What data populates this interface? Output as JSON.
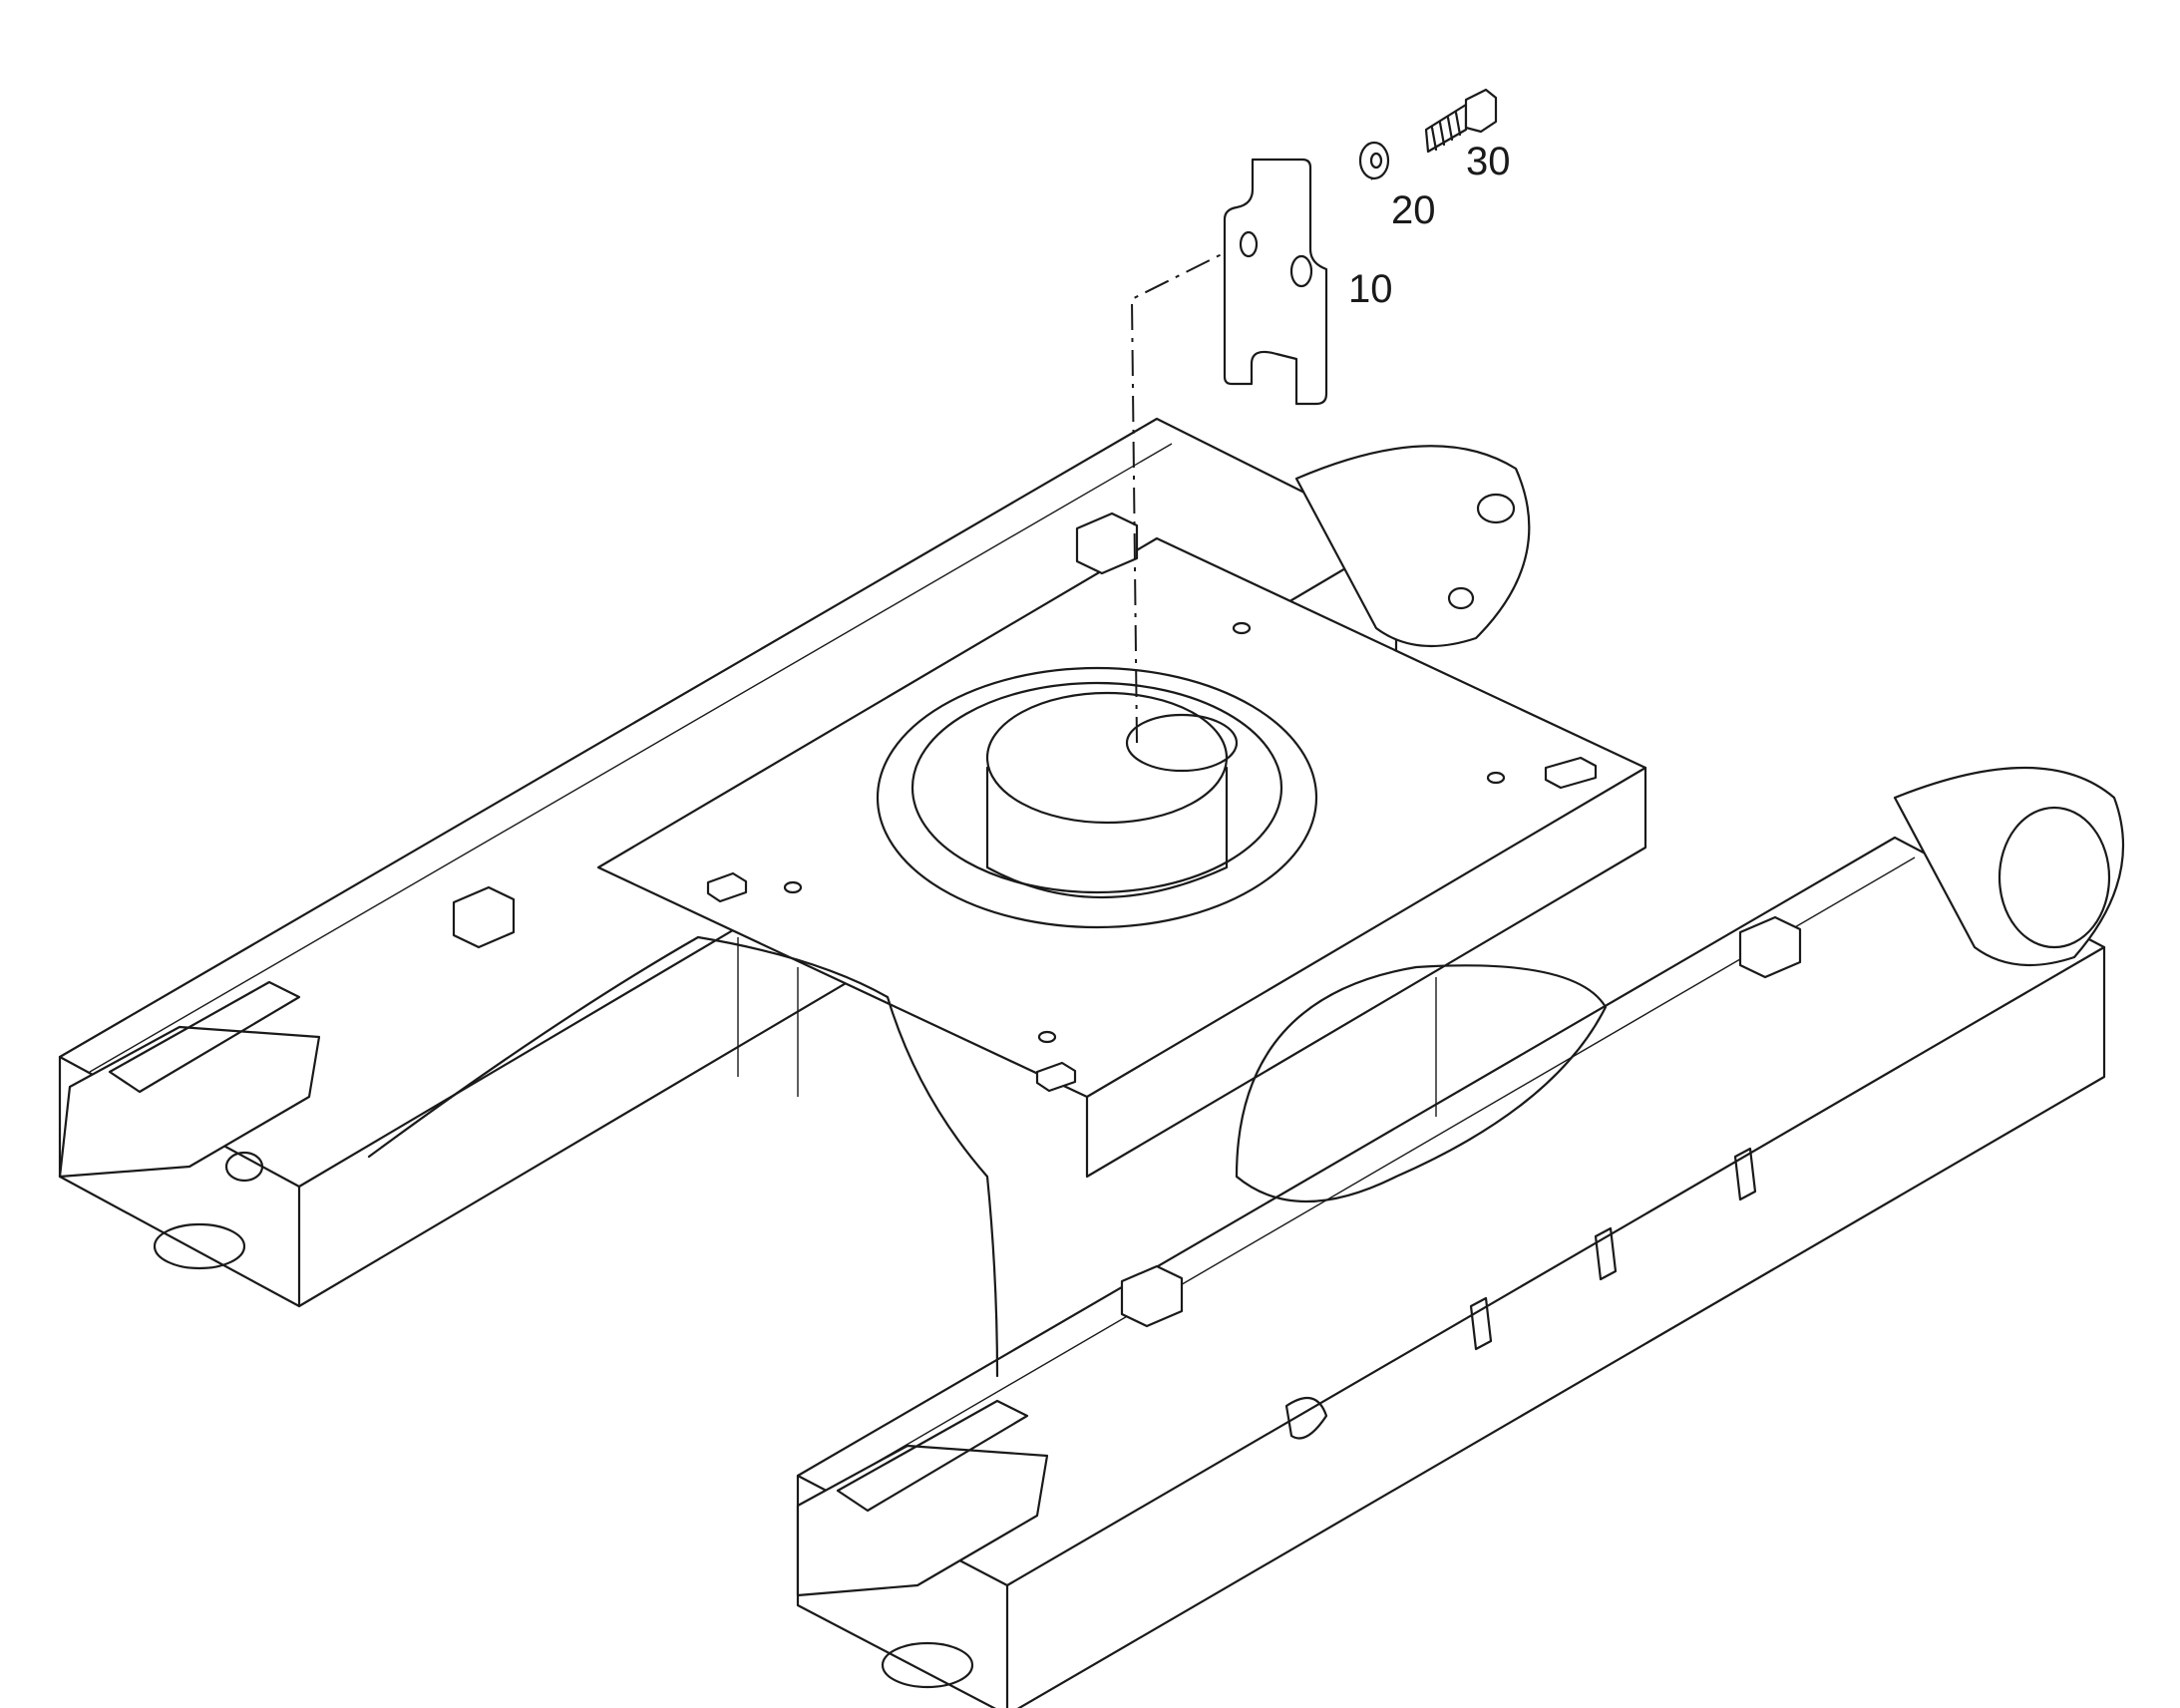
{
  "callouts": [
    {
      "label": "10"
    },
    {
      "label": "20"
    },
    {
      "label": "30"
    }
  ],
  "parts": [
    {
      "name": "cover-plate-icon"
    },
    {
      "name": "washer-icon"
    },
    {
      "name": "bolt-icon"
    }
  ]
}
